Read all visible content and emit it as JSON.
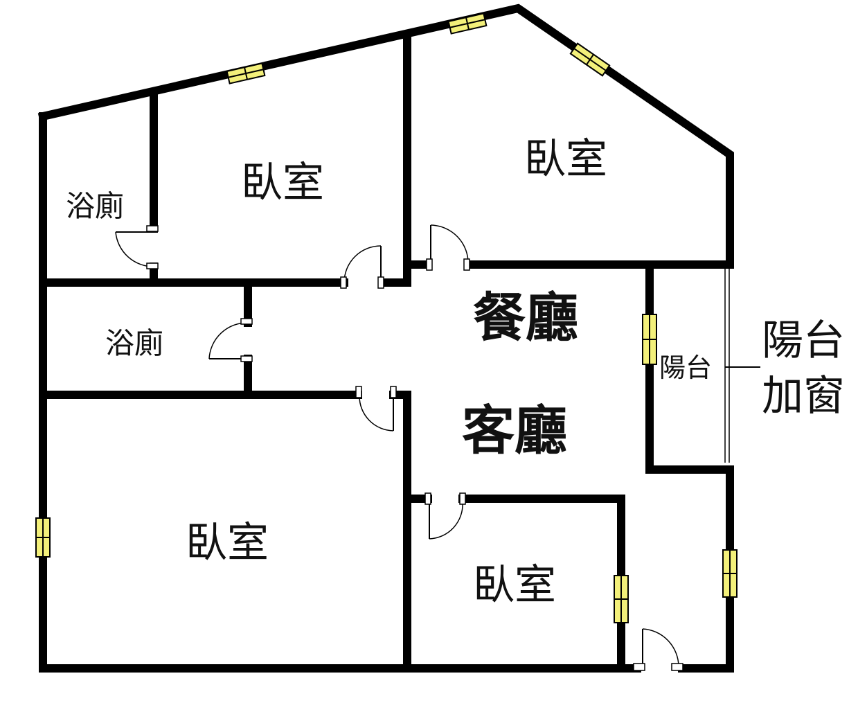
{
  "colors": {
    "wall": "#000000",
    "window": "#f3f07a",
    "background": "#ffffff"
  },
  "rooms": {
    "bath_top": "浴廁",
    "bed_top_left": "臥室",
    "bed_top_right": "臥室",
    "bath_mid": "浴廁",
    "dining": "餐廳",
    "living": "客廳",
    "balcony": "陽台",
    "bed_bottom_left": "臥室",
    "bed_bottom_right": "臥室"
  },
  "notes": {
    "balcony_window_line1": "陽台",
    "balcony_window_line2": "加窗"
  }
}
